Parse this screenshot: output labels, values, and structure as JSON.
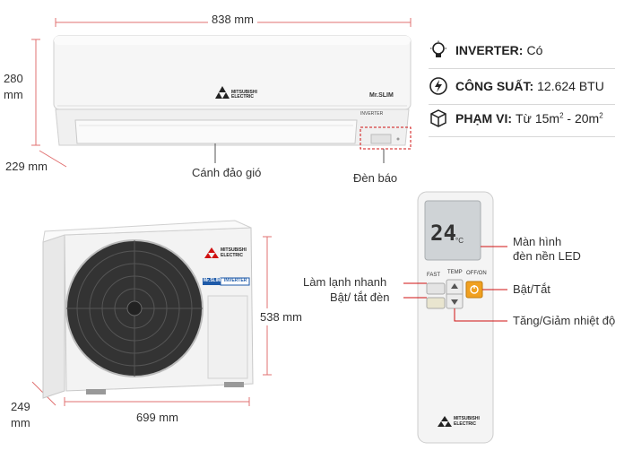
{
  "indoor": {
    "width_label": "838 mm",
    "height_label_value": "280",
    "height_label_unit": "mm",
    "depth_label": "229 mm",
    "brand_line1": "MITSUBISHI",
    "brand_line2": "ELECTRIC",
    "model_badge": "Mr.SLIM",
    "inverter_tag": "INVERTER",
    "callout_vane": "Cánh đảo gió",
    "callout_indicator": "Đèn báo"
  },
  "specs": [
    {
      "icon": "lightbulb-icon",
      "key": "INVERTER:",
      "value": "Có"
    },
    {
      "icon": "power-bolt-icon",
      "key": "CÔNG SUẤT:",
      "value": "12.624 BTU"
    },
    {
      "icon": "cube-icon",
      "key": "PHẠM VI:",
      "value": "Từ 15m",
      "sup1": "2",
      "mid": " - 20m",
      "sup2": "2"
    }
  ],
  "outdoor": {
    "height_label": "538 mm",
    "width_label": "699 mm",
    "depth_label_value": "249",
    "depth_label_unit": "mm",
    "brand_line1": "MITSUBISHI",
    "brand_line2": "ELECTRIC",
    "model_badge": "Mr.SLIM",
    "inverter_tag": "INVERTER"
  },
  "remote": {
    "display_temp": "24",
    "display_unit": "°C",
    "btn_fast": "FAST",
    "btn_temp": "TEMP",
    "btn_onoff": "OFF/ON",
    "brand_line1": "MITSUBISHI",
    "brand_line2": "ELECTRIC",
    "callout_display_line1": "Màn hình",
    "callout_display_line2": "đèn nền LED",
    "callout_fast": "Làm lạnh nhanh",
    "callout_light": "Bật/ tắt đèn",
    "callout_power": "Bật/Tắt",
    "callout_temp": "Tăng/Giảm nhiệt độ"
  },
  "colors": {
    "dimension_line": "#e07070",
    "callout_line": "#d01010",
    "power_button": "#f0a020",
    "badge_blue": "#1e5aa8"
  }
}
